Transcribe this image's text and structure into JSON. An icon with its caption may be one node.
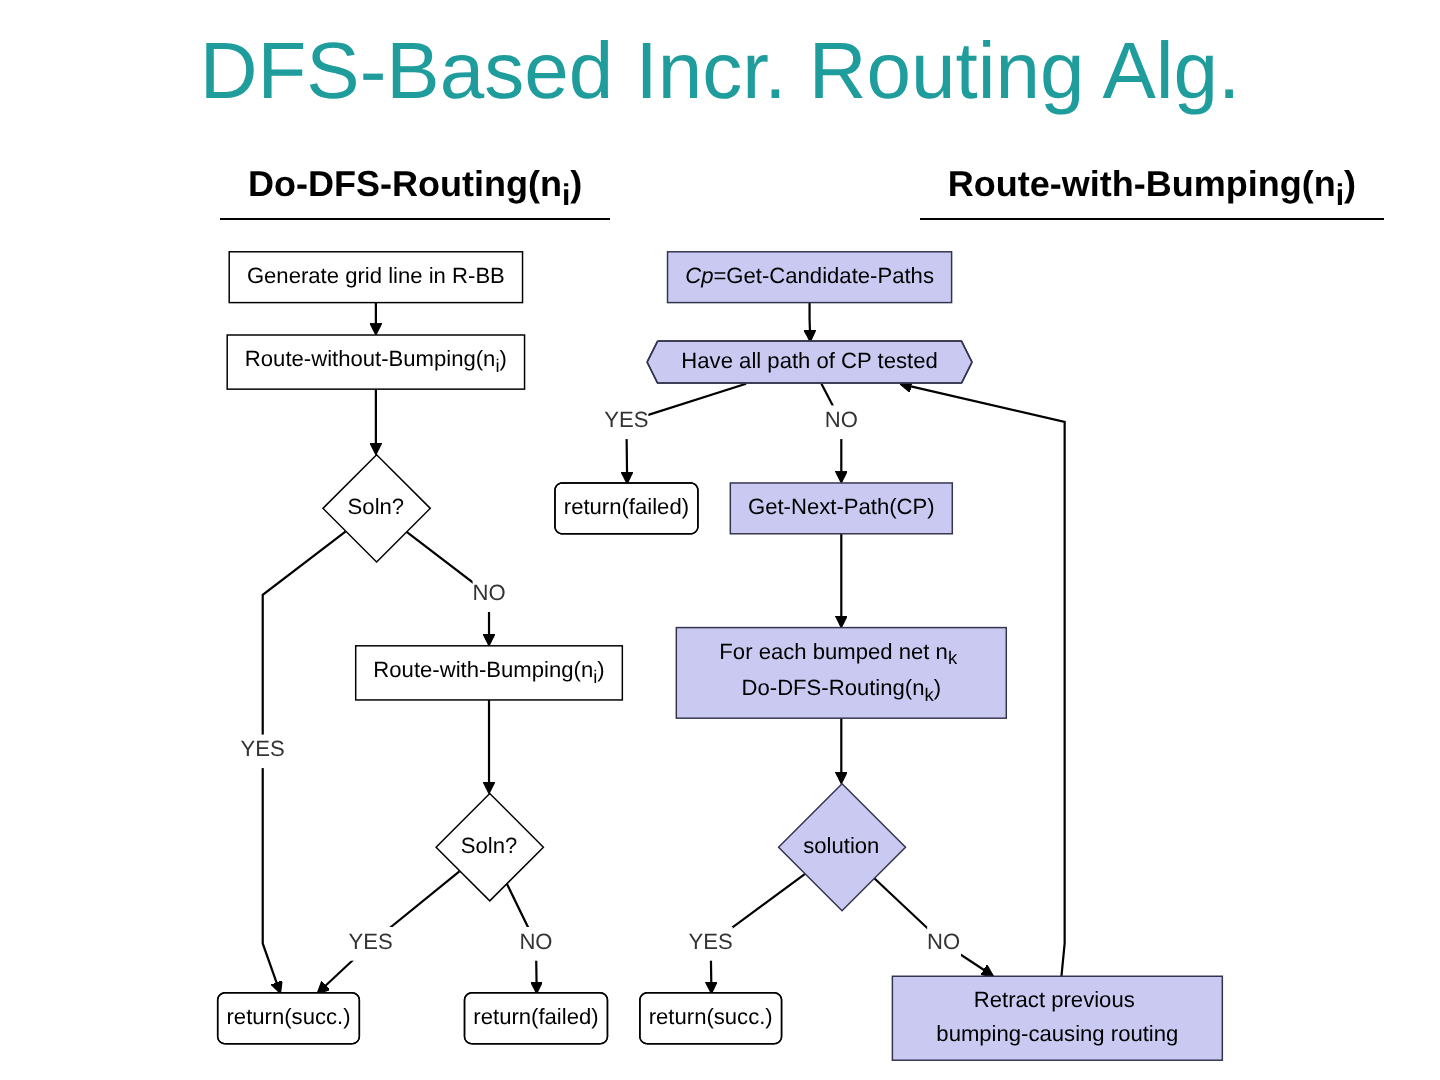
{
  "diagram": {
    "title": "DFS-Based Incr. Routing Alg.",
    "nodes": [
      {
        "text": [
          "Generate grid line in R-BB"
        ]
      },
      {
        "text": [
          "Route-without-Bumping(n$_{i}$)"
        ]
      },
      {
        "text": [
          "Soln?"
        ]
      },
      {
        "text": [
          "return(succ.)"
        ]
      },
      {
        "text": [
          "Route-with-Bumping(n$_{i}$)"
        ]
      },
      {
        "text": [
          "Soln?"
        ]
      },
      {
        "text": [
          "return(failed)"
        ]
      },
      {
        "text": [
          "*Cp*=Get-Candidate-Paths"
        ]
      },
      {
        "text": [
          "Have all path of CP tested"
        ]
      },
      {
        "text": [
          "return(failed)"
        ]
      },
      {
        "text": [
          "Get-Next-Path(CP)"
        ]
      },
      {
        "text": [
          "For each bumped net n$_{k}$ Do-DFS-Routing(n$_{k}$)"
        ]
      },
      {
        "text": [
          "solution"
        ]
      },
      {
        "text": [
          "return(succ.)"
        ]
      },
      {
        "text": [
          "Retract previous bumping-causing routing"
        ]
      }
    ],
    "edges": [
      {
        "from": 0,
        "to": 1,
        "arrow": "to"
      },
      {
        "from": 1,
        "to": 2,
        "arrow": "to"
      },
      {
        "from": 2,
        "to": 3,
        "arrow": "to",
        "label": "YES"
      },
      {
        "from": 2,
        "to": 4,
        "arrow": "to",
        "label": "NO"
      },
      {
        "from": 4,
        "to": 5,
        "arrow": "to"
      },
      {
        "from": 5,
        "to": 3,
        "arrow": "to",
        "label": "YES"
      },
      {
        "from": 5,
        "to": 6,
        "arrow": "to",
        "label": "NO"
      },
      {
        "from": 7,
        "to": 8,
        "arrow": "to"
      },
      {
        "from": 8,
        "to": 9,
        "arrow": "to",
        "label": "YES"
      },
      {
        "from": 8,
        "to": 10,
        "arrow": "to",
        "label": "NO"
      },
      {
        "from": 10,
        "to": 11,
        "arrow": "to"
      },
      {
        "from": 11,
        "to": 12,
        "arrow": "to"
      },
      {
        "from": 12,
        "to": 13,
        "arrow": "to",
        "label": "YES"
      },
      {
        "from": 12,
        "to": 14,
        "arrow": "to",
        "label": "NO"
      },
      {
        "from": 14,
        "to": 8,
        "arrow": "to"
      }
    ],
    "labels": [
      "Do-DFS-Routing(n$_{i}$)",
      "Route-with-Bumping(n$_{i}$)"
    ]
  }
}
